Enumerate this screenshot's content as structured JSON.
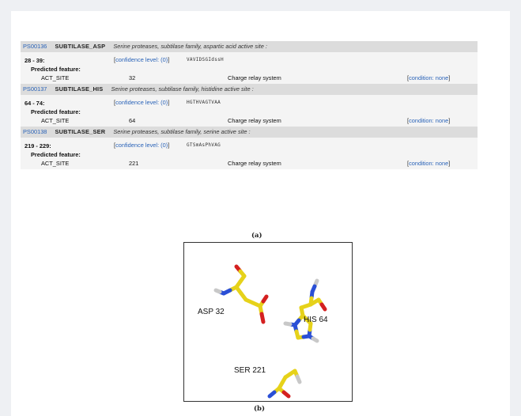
{
  "panel_a": {
    "entries": [
      {
        "accession": "PS00136",
        "name": "SUBTILASE_ASP",
        "description": "Serine proteases, subtilase family, aspartic acid active site :",
        "range": "28 - 39:",
        "confidence": "confidence level: (0)",
        "sequence": "VAVIDSGIdssH",
        "feature_label": "Predicted feature:",
        "site": "ACT_SITE",
        "position": "32",
        "feature_desc": "Charge relay system",
        "condition": "condition: none"
      },
      {
        "accession": "PS00137",
        "name": "SUBTILASE_HIS",
        "description": "Serine proteases, subtilase family, histidine active site :",
        "range": "64 - 74:",
        "confidence": "confidence level: (0)",
        "sequence": "HGTHVAGTVAA",
        "feature_label": "Predicted feature:",
        "site": "ACT_SITE",
        "position": "64",
        "feature_desc": "Charge relay system",
        "condition": "condition: none"
      },
      {
        "accession": "PS00138",
        "name": "SUBTILASE_SER",
        "description": "Serine proteases, subtilase family, serine active site :",
        "range": "219 - 229:",
        "confidence": "confidence level: (0)",
        "sequence": "GTSmAsPhVAG",
        "feature_label": "Predicted feature:",
        "site": "ACT_SITE",
        "position": "221",
        "feature_desc": "Charge relay system",
        "condition": "condition: none"
      }
    ],
    "caption": "(a)"
  },
  "panel_b": {
    "labels": {
      "asp": "ASP 32",
      "his": "HIS 64",
      "ser": "SER 221"
    },
    "caption": "(b)",
    "colors": {
      "carbon": "#e6d21a",
      "oxygen": "#d42020",
      "nitrogen": "#2a4fd6",
      "hydrogen": "#c8c8c8"
    }
  }
}
